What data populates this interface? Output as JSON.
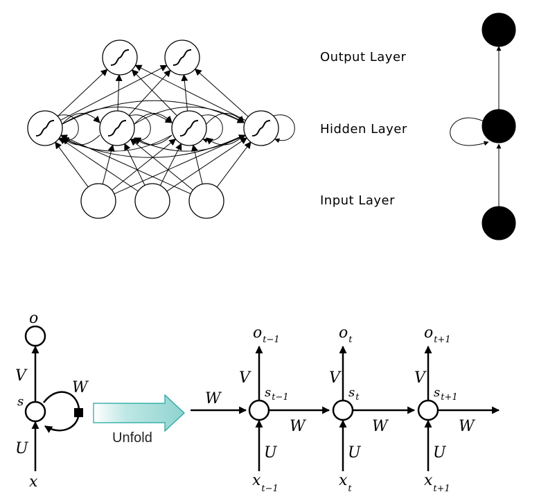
{
  "feedforward_network": {
    "labels": {
      "output": "Output Layer",
      "hidden": "Hidden Layer",
      "input": "Input Layer"
    },
    "layers": {
      "input_count": 3,
      "hidden_count": 4,
      "output_count": 2,
      "hidden_activation_icon": "sigmoid-icon"
    }
  },
  "rnn_compact": {
    "output": "o",
    "state": "s",
    "input": "x",
    "weight_in": "U",
    "weight_out": "V",
    "weight_recurrent": "W"
  },
  "unfold": {
    "label": "Unfold",
    "arrow_color": "#8fd3cf",
    "arrow_edge_color": "#1aa39c"
  },
  "rnn_unrolled": {
    "incoming_weight": "W",
    "outgoing_weight": "W",
    "steps": [
      {
        "o": "o",
        "o_sub": "t−1",
        "s": "s",
        "s_sub": "t−1",
        "x": "x",
        "x_sub": "t−1",
        "U": "U",
        "V": "V",
        "W": "W"
      },
      {
        "o": "o",
        "o_sub": "t",
        "s": "s",
        "s_sub": "t",
        "x": "x",
        "x_sub": "t",
        "U": "U",
        "V": "V",
        "W": "W"
      },
      {
        "o": "o",
        "o_sub": "t+1",
        "s": "s",
        "s_sub": "t+1",
        "x": "x",
        "x_sub": "t+1",
        "U": "U",
        "V": "V",
        "W": "W"
      }
    ]
  }
}
